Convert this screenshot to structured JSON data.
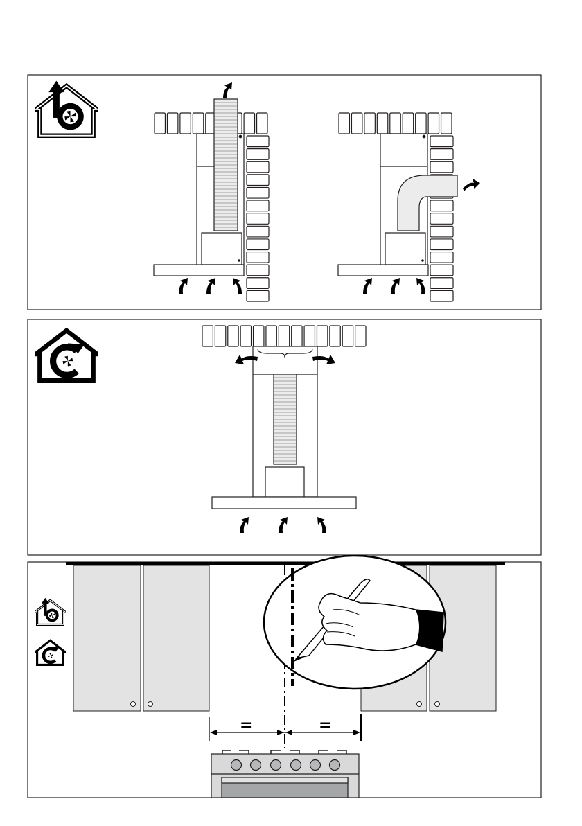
{
  "figure": {
    "panels": [
      {
        "name": "ducted-extraction",
        "icon": "extraction-mode-icon",
        "variants": [
          "vertical-duct-through-ceiling",
          "elbow-duct-through-wall"
        ]
      },
      {
        "name": "recirculation",
        "icon": "recirculation-mode-icon"
      },
      {
        "name": "positioning",
        "icons": [
          "extraction-mode-icon",
          "recirculation-mode-icon"
        ]
      }
    ],
    "dimension_labels": {
      "left": "=",
      "right": "="
    }
  },
  "colors": {
    "stroke": "#231f20",
    "cabinet": "#e3e3e4",
    "stove": "#d9d9da",
    "knob": "#b7b8ba"
  }
}
